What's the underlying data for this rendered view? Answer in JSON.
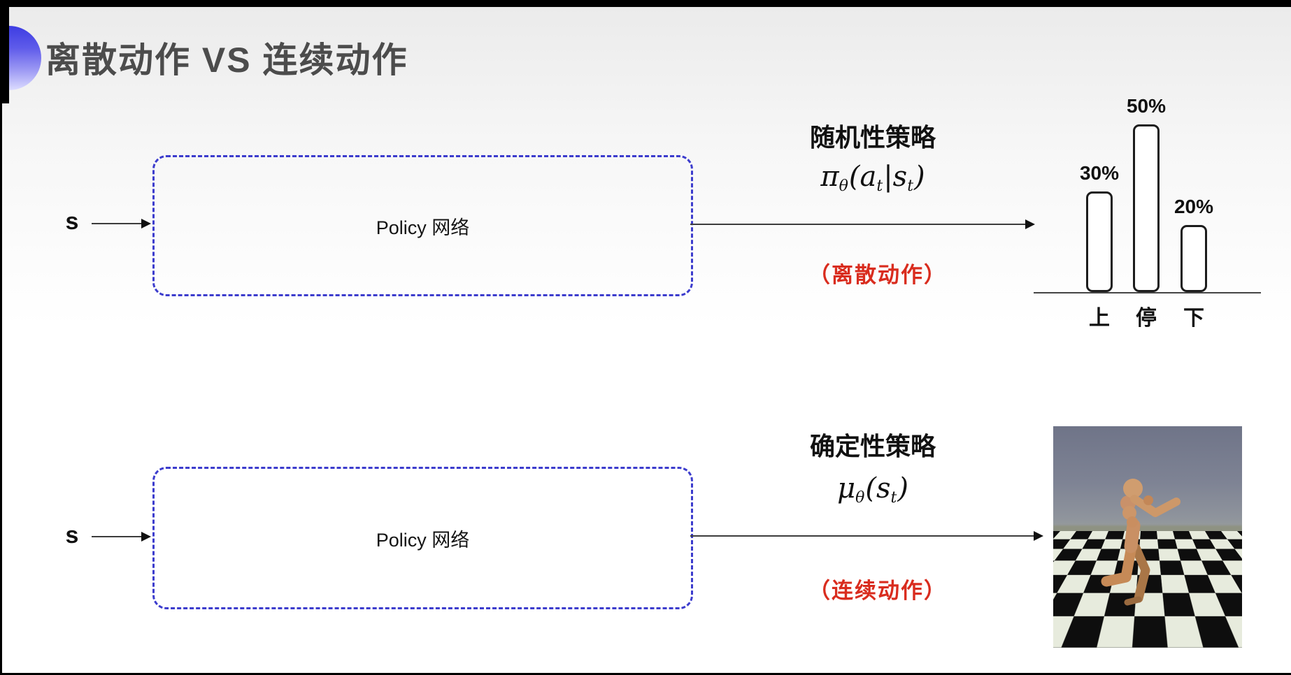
{
  "slide": {
    "title": "离散动作 VS 连续动作"
  },
  "rows": [
    {
      "input_label": "s",
      "box_label": "Policy 网络",
      "policy_title": "随机性策略",
      "formula": {
        "head": "π",
        "head_sub": "θ",
        "lparen": "(",
        "arg1": "a",
        "arg1_sub": "t",
        "pipe": "|",
        "arg2": "s",
        "arg2_sub": "t",
        "rparen": ")"
      },
      "action_note": "（离散动作）"
    },
    {
      "input_label": "s",
      "box_label": "Policy 网络",
      "policy_title": "确定性策略",
      "formula": {
        "head": "μ",
        "head_sub": "θ",
        "lparen": "(",
        "arg1": "s",
        "arg1_sub": "t",
        "rparen": ")"
      },
      "action_note": "（连续动作）"
    }
  ],
  "chart_data": {
    "type": "bar",
    "title": "",
    "categories": [
      "上",
      "停",
      "下"
    ],
    "values": [
      30,
      50,
      20
    ],
    "data_labels": [
      "30%",
      "50%",
      "20%"
    ],
    "xlabel": "",
    "ylabel": "",
    "ylim": [
      0,
      50
    ],
    "grid": false,
    "legend": false,
    "bar_style": "white fill, black rounded outline, baseline axis only"
  },
  "colors": {
    "box_border": "#3c3ccd",
    "arrow": "#3c3c3c",
    "action_note_red": "#d92c1e",
    "title_gray": "#4c4c4c",
    "accent_blue": "#3d3ce2"
  }
}
